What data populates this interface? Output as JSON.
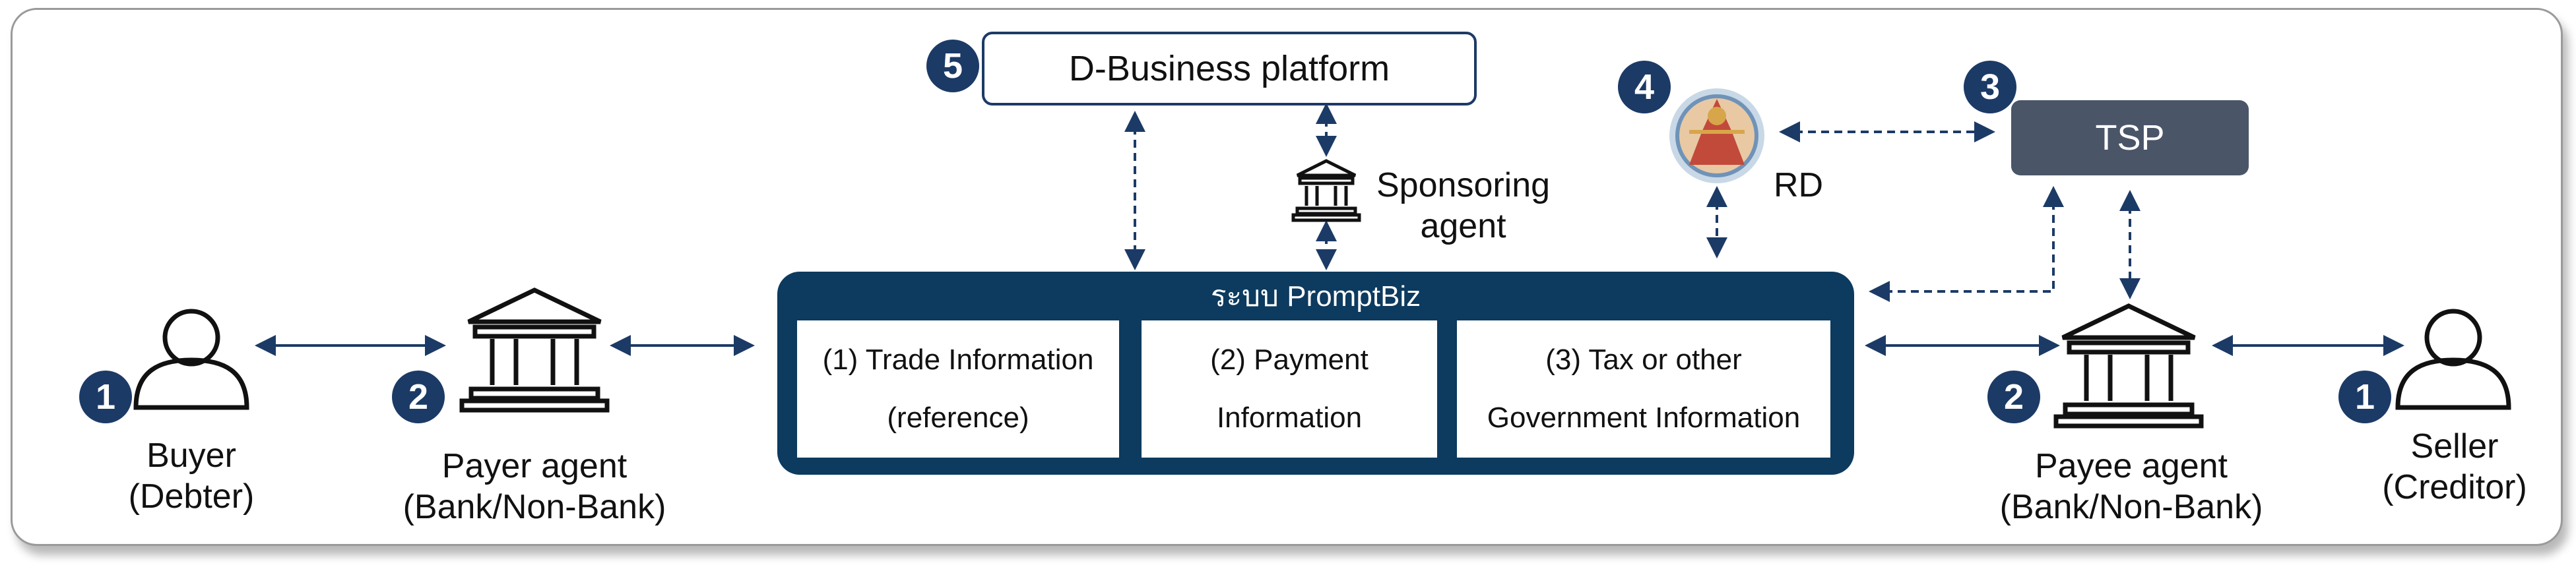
{
  "platform": {
    "number": "5",
    "label": "D-Business platform"
  },
  "sponsor": {
    "label_line1": "Sponsoring",
    "label_line2": "agent"
  },
  "rd": {
    "number": "4",
    "label": "RD"
  },
  "tsp": {
    "number": "3",
    "label": "TSP"
  },
  "promptbiz": {
    "title": "ระบบ PromptBiz",
    "boxes": [
      {
        "line1": "(1) Trade Information",
        "line2": "(reference)"
      },
      {
        "line1": "(2) Payment",
        "line2": "Information"
      },
      {
        "line1": "(3) Tax or other",
        "line2": "Government Information"
      }
    ]
  },
  "buyer": {
    "number": "1",
    "line1": "Buyer",
    "line2": "(Debter)"
  },
  "payer_agent": {
    "number": "2",
    "line1": "Payer agent",
    "line2": "(Bank/Non-Bank)"
  },
  "payee_agent": {
    "number": "2",
    "line1": "Payee agent",
    "line2": "(Bank/Non-Bank)"
  },
  "seller": {
    "number": "1",
    "line1": "Seller",
    "line2": "(Creditor)"
  },
  "colors": {
    "navy": "#1c3a66",
    "promptbiz": "#0d3a5f",
    "tsp": "#4a5568"
  },
  "icons": {
    "person": "person-icon",
    "bank": "bank-icon",
    "seal": "rd-seal-icon"
  }
}
